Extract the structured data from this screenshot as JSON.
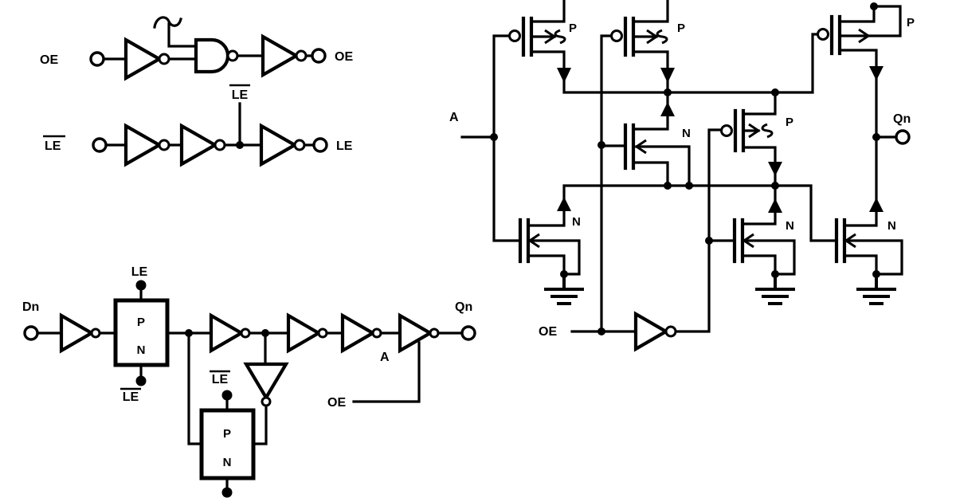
{
  "colors": {
    "ink": "#000000",
    "background": "#ffffff"
  },
  "oe_gating": {
    "input_label": "OE",
    "output_label": "OE"
  },
  "le_chain": {
    "input_label": "LE",
    "tap_label": "LE",
    "output_label": "LE"
  },
  "latch": {
    "input_label": "Dn",
    "output_label": "Qn",
    "le_label": "LE",
    "le_bar_label": "LE",
    "node_a_label": "A",
    "oe_label": "OE",
    "tg1": {
      "p": "P",
      "n": "N"
    },
    "tg2": {
      "p": "P",
      "n": "N",
      "le_bar_label": "LE"
    }
  },
  "cmos": {
    "input_label": "A",
    "output_label": "Qn",
    "oe_label": "OE",
    "p_labels": {
      "p1": "P",
      "p2": "P",
      "p3": "P",
      "p4": "P"
    },
    "n_labels": {
      "n1": "N",
      "n2": "N",
      "n3": "N",
      "n4": "N"
    }
  }
}
